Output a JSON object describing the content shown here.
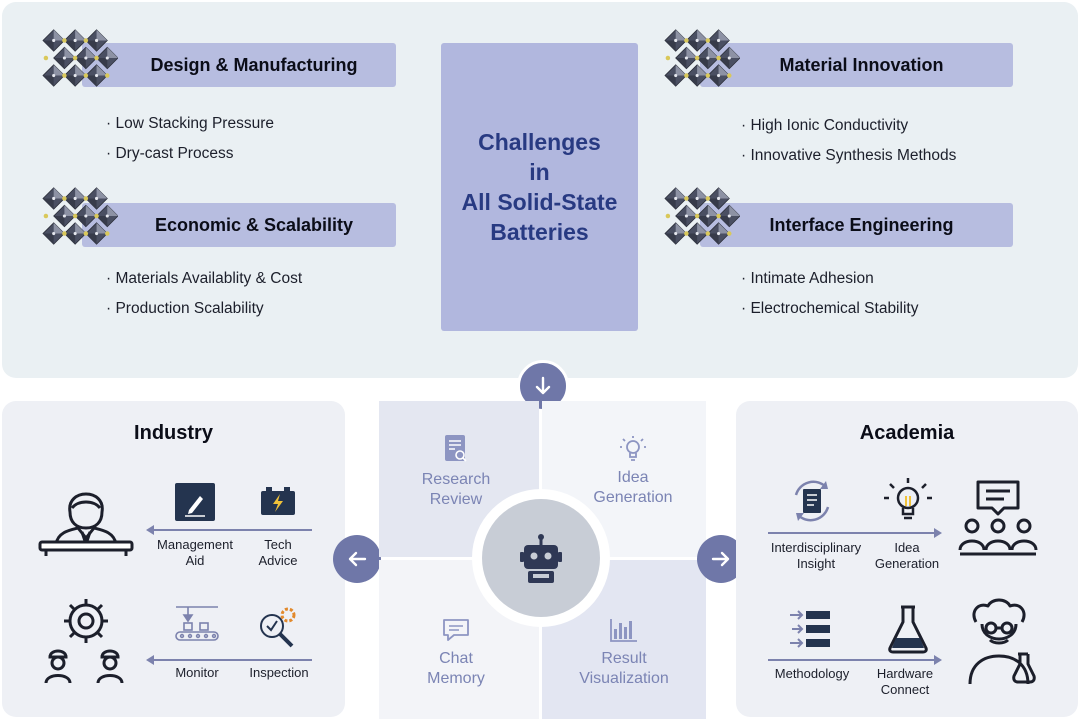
{
  "challenges": {
    "center_lines": [
      "Challenges",
      "in",
      "All Solid-State",
      "Batteries"
    ],
    "design": {
      "title": "Design & Manufacturing",
      "bullets": [
        "Low Stacking Pressure",
        "Dry-cast Process"
      ]
    },
    "economic": {
      "title": "Economic & Scalability",
      "bullets": [
        "Materials Availablity & Cost",
        "Production Scalability"
      ]
    },
    "material": {
      "title": "Material Innovation",
      "bullets": [
        "High Ionic Conductivity",
        "Innovative Synthesis Methods"
      ]
    },
    "interface": {
      "title": "Interface Engineering",
      "bullets": [
        "Intimate  Adhesion",
        "Electrochemical Stability"
      ]
    }
  },
  "industry": {
    "title": "Industry",
    "row1": [
      "Management\nAid",
      "Tech\nAdvice"
    ],
    "row2": [
      "Monitor",
      "Inspection"
    ]
  },
  "academia": {
    "title": "Academia",
    "row1": [
      "Interdisciplinary\nInsight",
      "Idea\nGeneration"
    ],
    "row2": [
      "Methodology",
      "Hardware\nConnect"
    ]
  },
  "center": {
    "research_review": "Research\nReview",
    "idea_generation": "Idea\nGeneration",
    "chat_memory": "Chat\nMemory",
    "result_visualization": "Result\nVisualization"
  },
  "icons": [
    "crystal-structure-icon",
    "down-arrow-icon",
    "left-arrow-icon",
    "right-arrow-icon",
    "robot-icon",
    "document-search-icon",
    "lightbulb-icon",
    "chat-icon",
    "bar-chart-icon",
    "manager-icon",
    "pen-icon",
    "battery-icon",
    "gear-workers-icon",
    "conveyor-icon",
    "magnifier-gear-icon",
    "document-cycle-icon",
    "meeting-icon",
    "flow-icon",
    "flask-icon",
    "scientist-icon"
  ],
  "colors": {
    "pill": "#b7bde0",
    "center_box": "#b1b7de",
    "center_text": "#283a82",
    "panel": "#eaf0f3",
    "accent": "#6f77a8",
    "quad_text": "#7b84b4"
  }
}
